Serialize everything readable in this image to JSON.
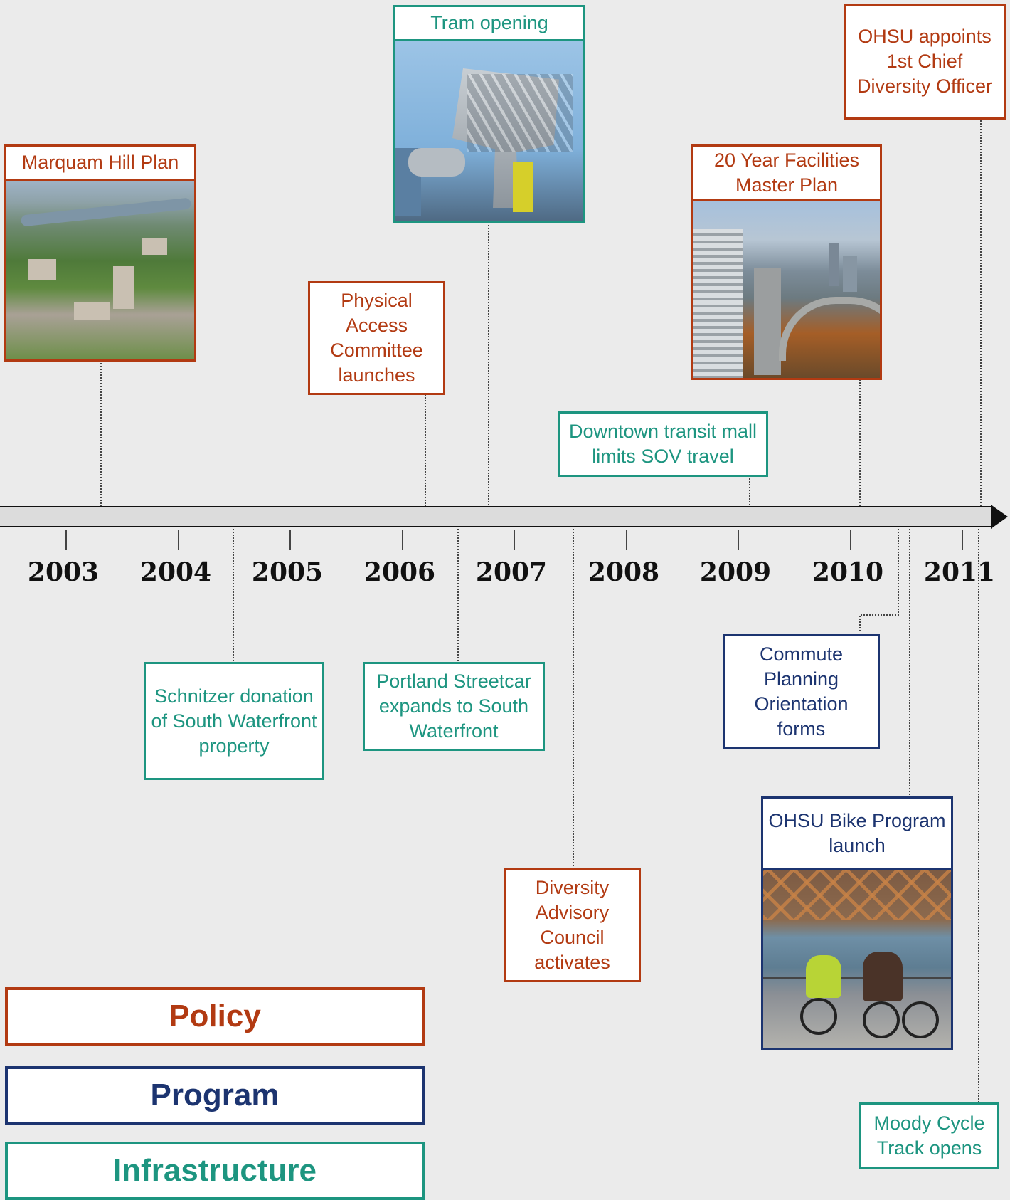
{
  "years": [
    "2003",
    "2004",
    "2005",
    "2006",
    "2007",
    "2008",
    "2009",
    "2010",
    "2011"
  ],
  "events": {
    "marquam_hill_plan": {
      "label": "Marquam Hill Plan",
      "category": "policy"
    },
    "tram_opening": {
      "label": "Tram opening",
      "category": "infrastructure"
    },
    "ohsu_chief_diversity": {
      "label": "OHSU appoints 1st Chief Diversity Officer",
      "category": "policy"
    },
    "facilities_master_plan": {
      "label": "20 Year Facilities Master Plan",
      "category": "policy"
    },
    "physical_access": {
      "label": "Physical Access Committee launches",
      "category": "policy"
    },
    "downtown_transit": {
      "label": "Downtown transit mall limits SOV travel",
      "category": "infrastructure"
    },
    "schnitzer": {
      "label": "Schnitzer donation of South Waterfront property",
      "category": "infrastructure"
    },
    "streetcar": {
      "label": "Portland Streetcar expands to South Waterfront",
      "category": "infrastructure"
    },
    "commute_planning": {
      "label": "Commute Planning Orientation forms",
      "category": "program"
    },
    "bike_program": {
      "label": "OHSU Bike Program launch",
      "category": "program"
    },
    "diversity_council": {
      "label": "Diversity Advisory Council activates",
      "category": "policy"
    },
    "moody_cycle": {
      "label": "Moody Cycle Track opens",
      "category": "infrastructure"
    }
  },
  "legend": {
    "policy": "Policy",
    "program": "Program",
    "infrastructure": "Infrastructure"
  },
  "colors": {
    "policy": "#b23a12",
    "program": "#1c3470",
    "infrastructure": "#1d9580",
    "background": "#ebebeb"
  },
  "photos": {
    "marquam_hill_plan": "aerial-campus-photo",
    "tram_opening": "tram-station-photo",
    "facilities_master_plan": "city-skyline-photo",
    "bike_program": "cyclists-bridge-photo"
  }
}
